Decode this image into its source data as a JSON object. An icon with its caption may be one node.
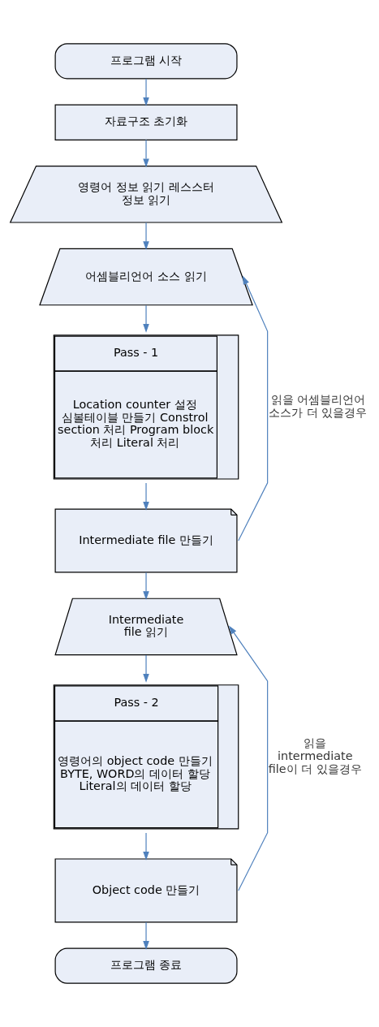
{
  "diagram": {
    "nodes": [
      {
        "text": [
          "프로그램 시작"
        ]
      },
      {
        "text": [
          "자료구조 초기화"
        ]
      },
      {
        "text": [
          "영령어 정보 읽기 레스스터 정보 읽기"
        ]
      },
      {
        "text": [
          "어셈블리언어 소스 읽기"
        ]
      },
      {
        "text": [
          "Pass - 1",
          "Location counter 설정 심볼테이블 만들기 Constrol section 처리 Program block 처리 Literal 처리"
        ]
      },
      {
        "text": [
          "Intermediate file 만들기"
        ]
      },
      {
        "text": [
          "Intermediate file 읽기"
        ]
      },
      {
        "text": [
          "Pass - 2",
          "영령어의 object code 만들기 BYTE, WORD의 데이터 할당 Literal의 데이터 할당"
        ]
      },
      {
        "text": [
          "Object code 만들기"
        ]
      },
      {
        "text": [
          "프로그램 종료"
        ]
      }
    ],
    "edges": [
      {
        "from": 0,
        "to": 1,
        "arrow": "to"
      },
      {
        "from": 1,
        "to": 2,
        "arrow": "to"
      },
      {
        "from": 2,
        "to": 3,
        "arrow": "to"
      },
      {
        "from": 3,
        "to": 4,
        "arrow": "to"
      },
      {
        "from": 4,
        "to": 5,
        "arrow": "to"
      },
      {
        "from": 5,
        "to": 6,
        "arrow": "to"
      },
      {
        "from": 5,
        "to": 3,
        "arrow": "to",
        "label": "읽을 어셈블리언어 소스가 더 있을경우"
      },
      {
        "from": 6,
        "to": 7,
        "arrow": "to"
      },
      {
        "from": 7,
        "to": 8,
        "arrow": "to"
      },
      {
        "from": 8,
        "to": 9,
        "arrow": "to"
      },
      {
        "from": 8,
        "to": 6,
        "arrow": "to",
        "label": "읽을 intermediate file이 더 있을경우"
      }
    ]
  }
}
